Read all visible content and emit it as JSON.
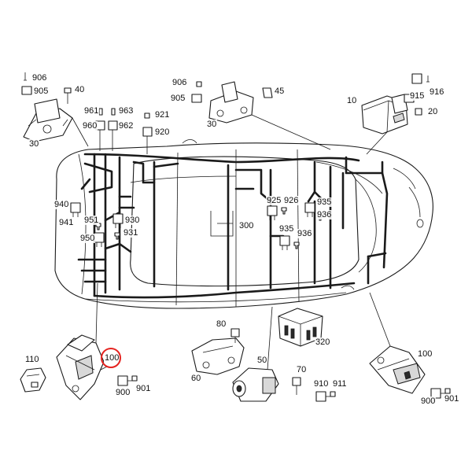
{
  "highlight_color": "#e52421",
  "callouts": {
    "c906a": "906",
    "c905a": "905",
    "c40": "40",
    "c30a": "30",
    "c961": "961",
    "c963": "963",
    "c960": "960",
    "c962": "962",
    "c921": "921",
    "c920": "920",
    "c906b": "906",
    "c905b": "905",
    "c45": "45",
    "c30b": "30",
    "c10": "10",
    "c916": "916",
    "c915": "915",
    "c20": "20",
    "c940": "940",
    "c941": "941",
    "c951": "951",
    "c950": "950",
    "c930": "930",
    "c931": "931",
    "c300": "300",
    "c925": "925",
    "c926": "926",
    "c935a": "935",
    "c936a": "936",
    "c935b": "935",
    "c936b": "936",
    "c110": "110",
    "c100a": "100",
    "c900a": "900",
    "c901a": "901",
    "c80": "80",
    "c60": "60",
    "c320": "320",
    "c50": "50",
    "c70": "70",
    "c910": "910",
    "c911": "911",
    "c100b": "100",
    "c900b": "900",
    "c901b": "901"
  }
}
